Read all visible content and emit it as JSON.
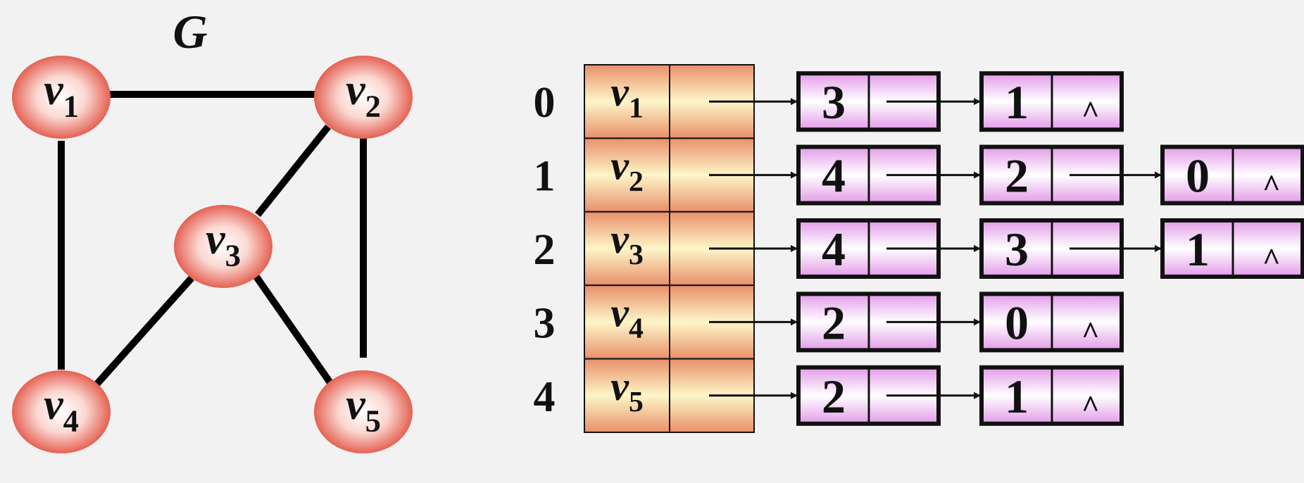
{
  "graph": {
    "title": "G",
    "vertices": [
      {
        "name": "v",
        "sub": "1"
      },
      {
        "name": "v",
        "sub": "2"
      },
      {
        "name": "v",
        "sub": "3"
      },
      {
        "name": "v",
        "sub": "4"
      },
      {
        "name": "v",
        "sub": "5"
      }
    ],
    "edges": [
      [
        0,
        1
      ],
      [
        0,
        3
      ],
      [
        1,
        2
      ],
      [
        1,
        4
      ],
      [
        2,
        3
      ],
      [
        2,
        4
      ]
    ]
  },
  "adjacency_list": {
    "rows": [
      {
        "index": "0",
        "name": "v",
        "sub": "1",
        "neighbors": [
          "3",
          "1"
        ]
      },
      {
        "index": "1",
        "name": "v",
        "sub": "2",
        "neighbors": [
          "4",
          "2",
          "0"
        ]
      },
      {
        "index": "2",
        "name": "v",
        "sub": "3",
        "neighbors": [
          "4",
          "3",
          "1"
        ]
      },
      {
        "index": "3",
        "name": "v",
        "sub": "4",
        "neighbors": [
          "2",
          "0"
        ]
      },
      {
        "index": "4",
        "name": "v",
        "sub": "5",
        "neighbors": [
          "2",
          "1"
        ]
      }
    ],
    "null_symbol": "^"
  },
  "colors": {
    "vertex_edge": "#e04a3a",
    "table_edge": "#e8906a",
    "table_mid": "#fdf6c8",
    "node_edge": "#e29be8",
    "node_mid": "#ffffff"
  }
}
